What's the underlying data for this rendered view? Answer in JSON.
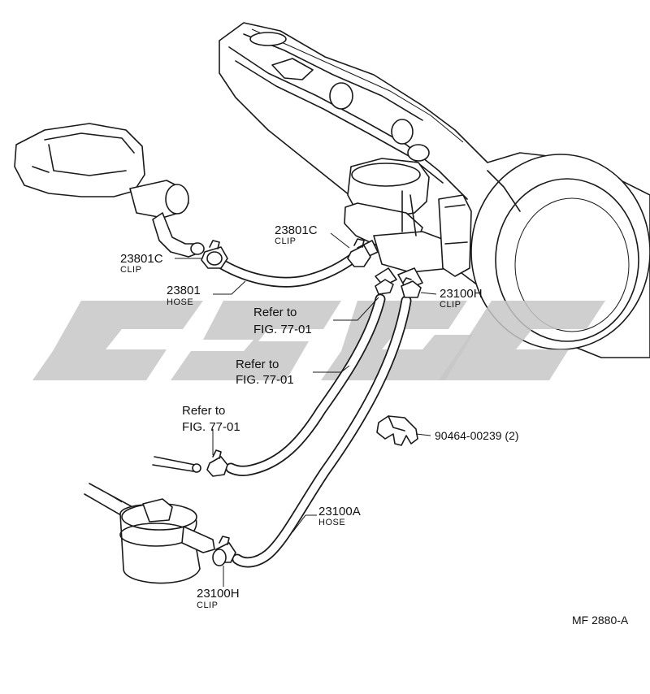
{
  "callouts": {
    "clip_23801c_left": {
      "part_number": "23801C",
      "name": "CLIP"
    },
    "clip_23801c_top": {
      "part_number": "23801C",
      "name": "CLIP"
    },
    "hose_23801": {
      "part_number": "23801",
      "name": "HOSE"
    },
    "clip_23100h_top": {
      "part_number": "23100H",
      "name": "CLIP"
    },
    "hose_23100a": {
      "part_number": "23100A",
      "name": "HOSE"
    },
    "clip_23100h_bottom": {
      "part_number": "23100H",
      "name": "CLIP"
    },
    "clip_90464": {
      "part_number": "90464-00239 (2)"
    }
  },
  "references": [
    {
      "line1": "Refer to",
      "line2": "FIG. 77-01"
    },
    {
      "line1": "Refer to",
      "line2": "FIG. 77-01"
    },
    {
      "line1": "Refer to",
      "line2": "FIG. 77-01"
    }
  ],
  "diagram_code": "MF 2880-A",
  "colors": {
    "line": "#1a1a1a",
    "watermark": "#c7c7c7",
    "background": "#ffffff"
  }
}
